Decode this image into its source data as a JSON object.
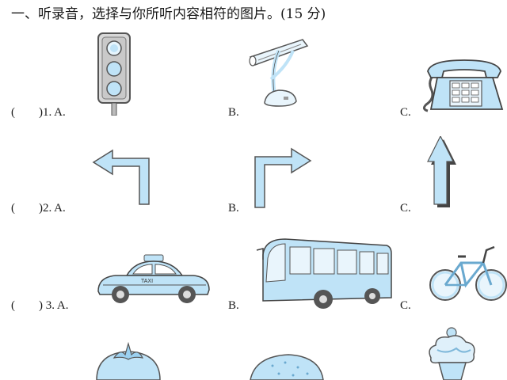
{
  "title": "一、听录音，选择与你所听内容相符的图片。(15 分)",
  "questions": [
    {
      "number_label": ")1. A.",
      "options": [
        "B.",
        "C."
      ],
      "pictures": [
        "traffic-light",
        "desk-lamp",
        "telephone"
      ]
    },
    {
      "number_label": ")2. A.",
      "options": [
        "B.",
        "C."
      ],
      "pictures": [
        "left-turn-arrow",
        "right-turn-arrow",
        "straight-arrow"
      ]
    },
    {
      "number_label": ") 3. A.",
      "options": [
        "B.",
        "C."
      ],
      "pictures": [
        "taxi",
        "bus",
        "bicycle"
      ]
    },
    {
      "pictures": [
        "tomato",
        "potato",
        "ice-cream"
      ]
    }
  ],
  "taxi_sign": "TAXI",
  "colors": {
    "fill": "#bfe3f7",
    "stroke": "#4a4a4a",
    "text": "#1a1a1a"
  }
}
